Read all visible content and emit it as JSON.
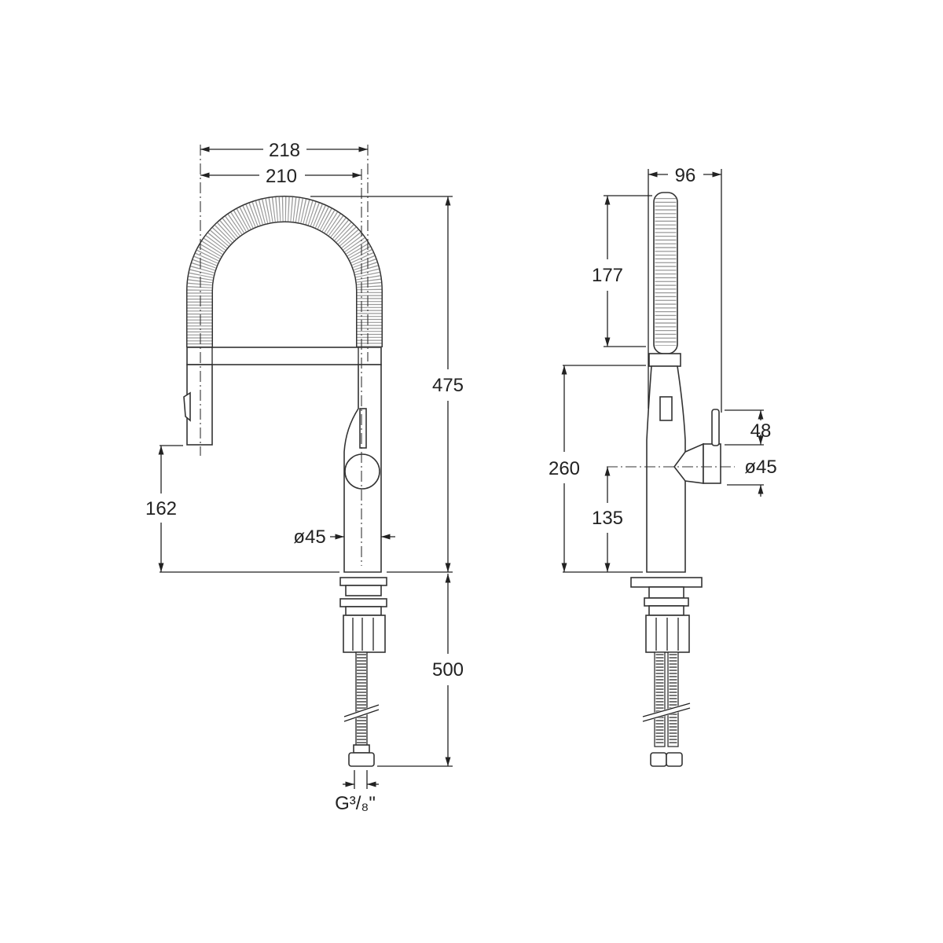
{
  "front_view": {
    "dimensions": {
      "overall_width": "218",
      "spout_width": "210",
      "height_above_deck": "475",
      "spray_head_height": "162",
      "body_diameter": "ø45",
      "hose_length": "500",
      "connection_thread": "G³/₈\""
    }
  },
  "side_view": {
    "dimensions": {
      "depth": "96",
      "hose_section_height": "177",
      "body_height": "260",
      "lever_axis_height": "135",
      "lever_height": "48",
      "lever_diameter": "ø45"
    }
  },
  "colors": {
    "line": "#222222",
    "hose_fill": "#bbbbbb"
  }
}
